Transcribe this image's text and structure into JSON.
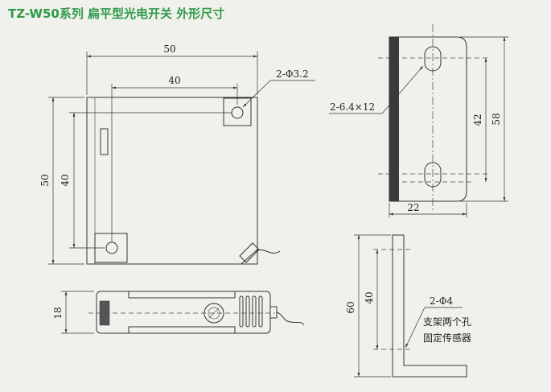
{
  "title": "TZ-W50系列 扁平型光电开关  外形尺寸",
  "front_view": {
    "width_label": "50",
    "hole_spacing_label": "40",
    "hole_label": "2-Φ3.2",
    "height_label": "50",
    "hole_height_label": "40"
  },
  "side_view": {
    "thickness_label": "18"
  },
  "bracket_front": {
    "slot_label": "2-6.4×12",
    "slot_spacing_label": "42",
    "height_label": "58",
    "width_label": "22"
  },
  "bracket_side": {
    "height_label": "60",
    "hole_spacing_label": "40",
    "hole_label": "2-Φ4",
    "note_line1": "支架两个孔",
    "note_line2": "固定传感器"
  }
}
